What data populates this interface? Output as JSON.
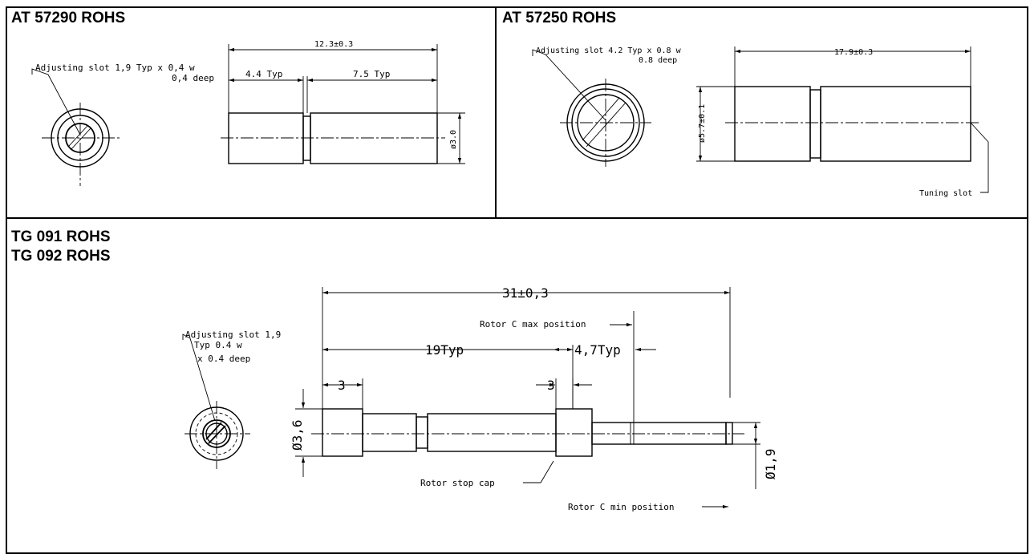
{
  "panels": {
    "at57290": {
      "title": "AT 57290 ROHS",
      "slot_line1": "Adjusting slot 1,9 Typ x 0,4 w",
      "slot_line2": "0,4 deep",
      "dim_overall": "12.3±0.3",
      "dim_left": "4.4 Typ",
      "dim_right": "7.5 Typ",
      "dim_diameter": "ø3.0"
    },
    "at57250": {
      "title": "AT 57250 ROHS",
      "slot_line1": "Adjusting slot 4.2 Typ x 0.8 w",
      "slot_line2": "0.8 deep",
      "dim_overall": "17.9±0.3",
      "dim_diameter": "ø5.7±0.1",
      "tuning_slot": "Tuning slot"
    },
    "tg091": {
      "title1": "TG 091 ROHS",
      "title2": "TG 092 ROHS",
      "slot_line1": "Adjusting slot 1,9",
      "slot_line2": "Typ 0.4 w",
      "slot_line3": "x 0.4 deep",
      "dim_overall": "31±0,3",
      "rotor_max": "Rotor C max position",
      "dim_19": "19Typ",
      "dim_47": "4,7Typ",
      "dim_3a": "3",
      "dim_3b": "3",
      "dim_dia_large": "Ø3,6",
      "dim_dia_small": "Ø1,9",
      "rotor_stop": "Rotor stop cap",
      "rotor_min": "Rotor C min position"
    }
  }
}
